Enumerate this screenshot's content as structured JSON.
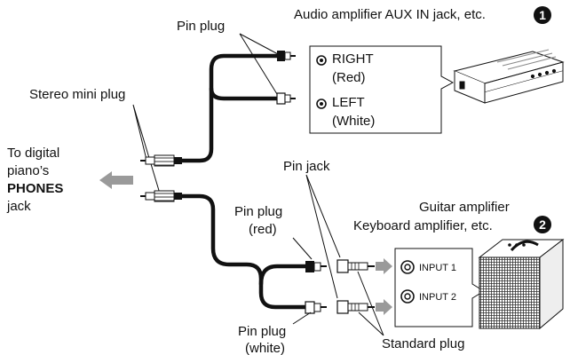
{
  "setup1": {
    "number": "1",
    "title": "Audio amplifier AUX IN jack, etc.",
    "right_label": "RIGHT",
    "right_color": "(Red)",
    "left_label": "LEFT",
    "left_color": "(White)"
  },
  "setup2": {
    "number": "2",
    "title_line1": "Guitar amplifier",
    "title_line2": "Keyboard amplifier, etc.",
    "input1": "INPUT 1",
    "input2": "INPUT 2"
  },
  "labels": {
    "pin_plug_top": "Pin plug",
    "stereo_mini_plug": "Stereo mini plug",
    "to_digital_line1": "To digital",
    "to_digital_line2": "piano’s",
    "to_digital_line3": "PHONES",
    "to_digital_line4": "jack",
    "pin_jack": "Pin jack",
    "pin_plug_red_line1": "Pin plug",
    "pin_plug_red_line2": "(red)",
    "pin_plug_white_line1": "Pin plug",
    "pin_plug_white_line2": "(white)",
    "standard_plug": "Standard plug"
  },
  "colors": {
    "arrow": "#9a9a9a",
    "line": "#111111"
  }
}
